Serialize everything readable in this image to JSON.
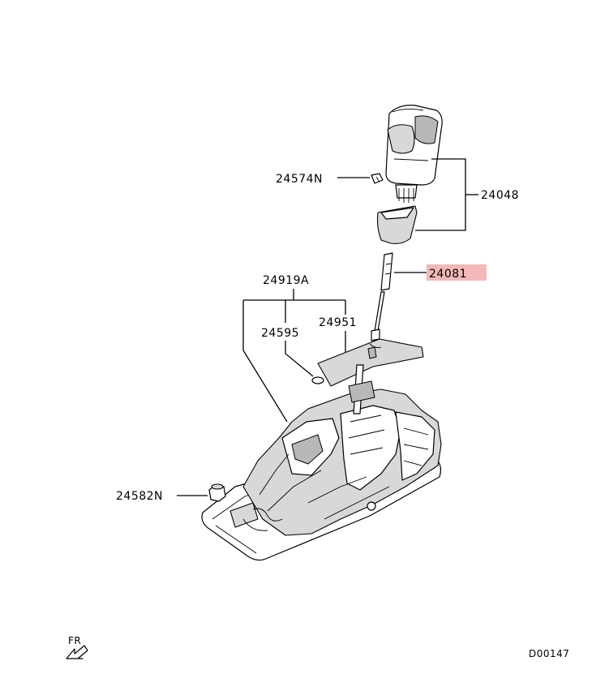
{
  "callouts": {
    "knob_screw": "24574N",
    "knob_assembly": "24048",
    "selector_rod": "24081",
    "lever_assembly": "24919A",
    "indicator_bulb": "24595",
    "indicator_panel": "24951",
    "mount_nut": "24582N"
  },
  "highlight_color": "#f4b8b8",
  "direction_label": "FR",
  "drawing_code": "D00147"
}
